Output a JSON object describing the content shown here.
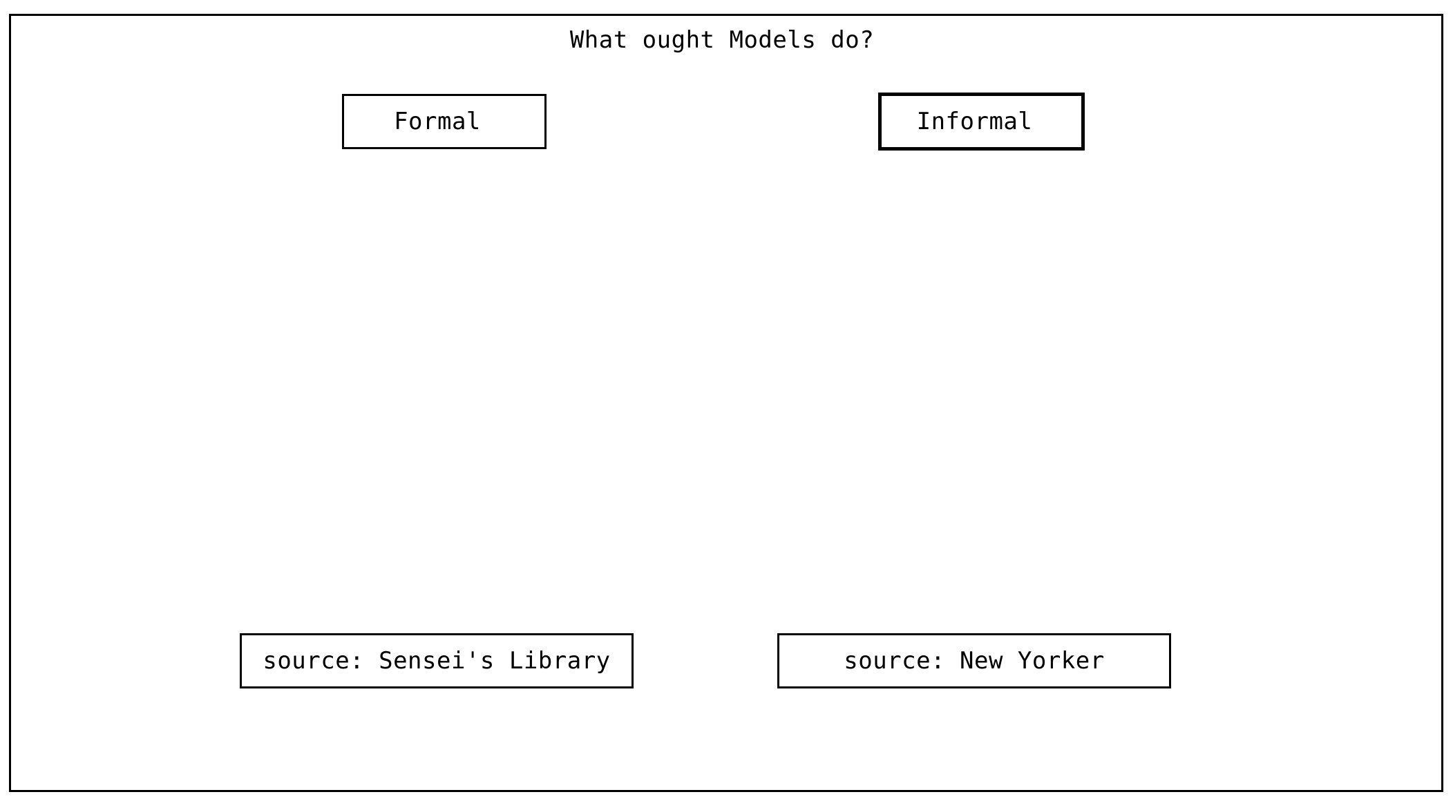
{
  "title": "What ought Models do?",
  "nodes": {
    "formal": "Formal",
    "informal": "Informal"
  },
  "sources": {
    "left": "source: Sensei's Library",
    "right": "source: New Yorker"
  }
}
